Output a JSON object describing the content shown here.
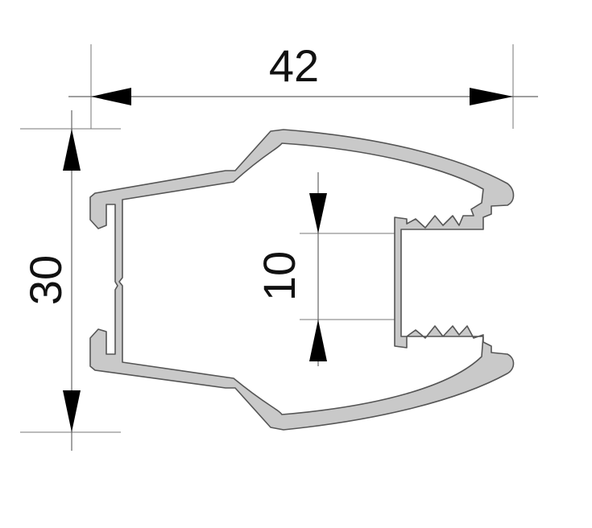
{
  "dimensions": {
    "width_label": "42",
    "height_label": "30",
    "inner_label": "10"
  },
  "colors": {
    "profile_fill": "#c9c9c9",
    "profile_stroke": "#555555",
    "dimension_line": "#666666",
    "arrow": "#000000",
    "text": "#111111"
  }
}
